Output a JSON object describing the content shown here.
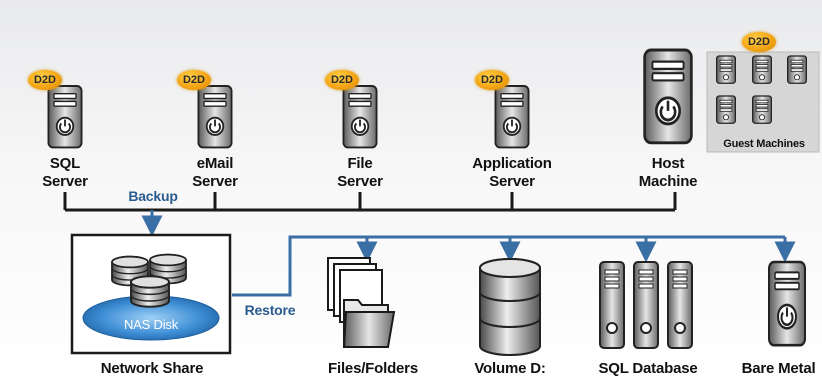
{
  "badge": "D2D",
  "sources": {
    "sql_server": [
      "SQL",
      "Server"
    ],
    "email_server": [
      "eMail",
      "Server"
    ],
    "file_server": [
      "File",
      "Server"
    ],
    "application_server": [
      "Application",
      "Server"
    ],
    "host_machine": [
      "Host",
      "Machine"
    ],
    "guest_machines": "Guest Machines"
  },
  "flows": {
    "backup": "Backup",
    "restore": "Restore"
  },
  "storage": {
    "nas_disk": "NAS Disk",
    "network_share": "Network Share"
  },
  "targets": {
    "files_folders": "Files/Folders",
    "volume_d": "Volume D:",
    "sql_database": "SQL Database",
    "bare_metal": "Bare Metal"
  },
  "colors": {
    "line_dark": "#1a1a1a",
    "line_blue": "#3a6fa6",
    "badge": "#f3a514"
  }
}
